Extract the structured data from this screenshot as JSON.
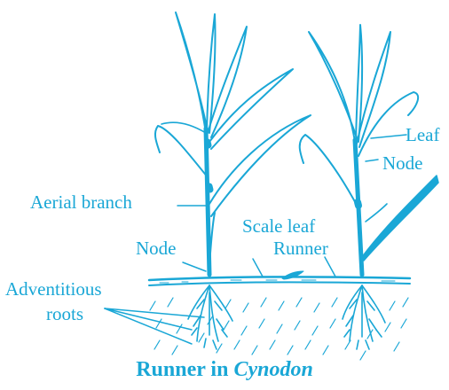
{
  "theme": {
    "ink": "#1aa7d6",
    "background": "#ffffff"
  },
  "labels": {
    "leaf": "Leaf",
    "node_right": "Node",
    "aerial_branch": "Aerial branch",
    "scale_leaf": "Scale leaf",
    "runner": "Runner",
    "node_left": "Node",
    "adventitious_line1": "Adventitious",
    "adventitious_line2": "roots"
  },
  "caption": {
    "prefix": "Runner in",
    "genus": "Cynodon"
  }
}
